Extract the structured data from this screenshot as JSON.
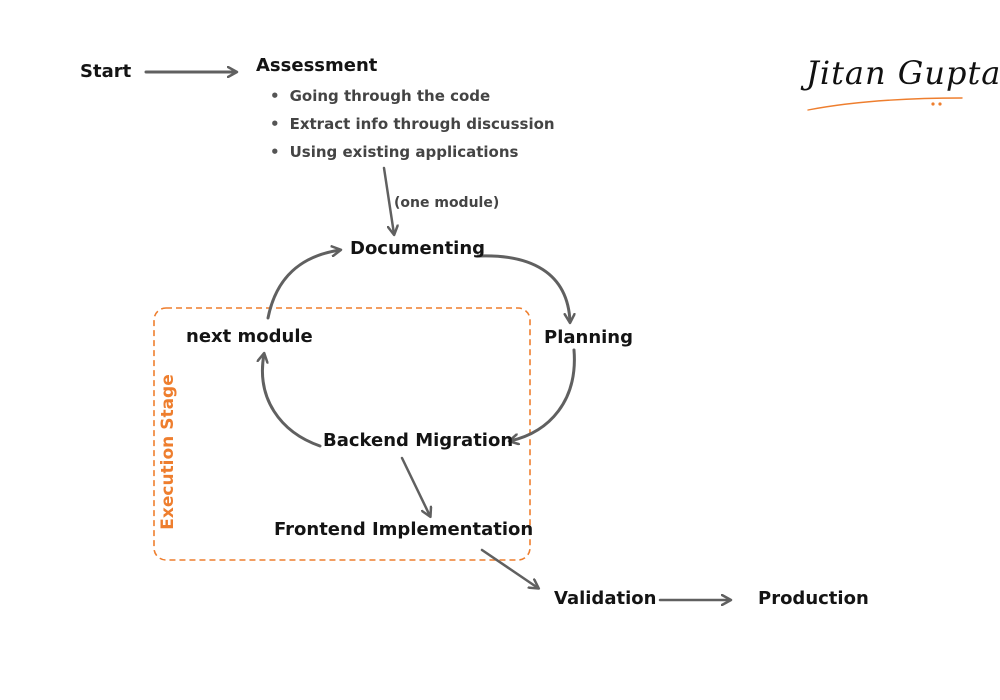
{
  "nodes": {
    "start": "Start",
    "assessment": "Assessment",
    "documenting": "Documenting",
    "planning": "Planning",
    "next_module": "next module",
    "backend_migration": "Backend Migration",
    "frontend_implementation": "Frontend Implementation",
    "validation": "Validation",
    "production": "Production"
  },
  "assessment_bullets": [
    "Going through the code",
    "Extract info through discussion",
    "Using existing applications"
  ],
  "annotation": "(one module)",
  "execution_stage": {
    "label": "Execution Stage",
    "color": "#ee7e2e"
  },
  "signature": {
    "text": "Jitan Gupta",
    "underline_color": "#ee7e2e"
  },
  "colors": {
    "arrow": "#606060",
    "text": "#141414",
    "accent": "#ee7e2e"
  }
}
